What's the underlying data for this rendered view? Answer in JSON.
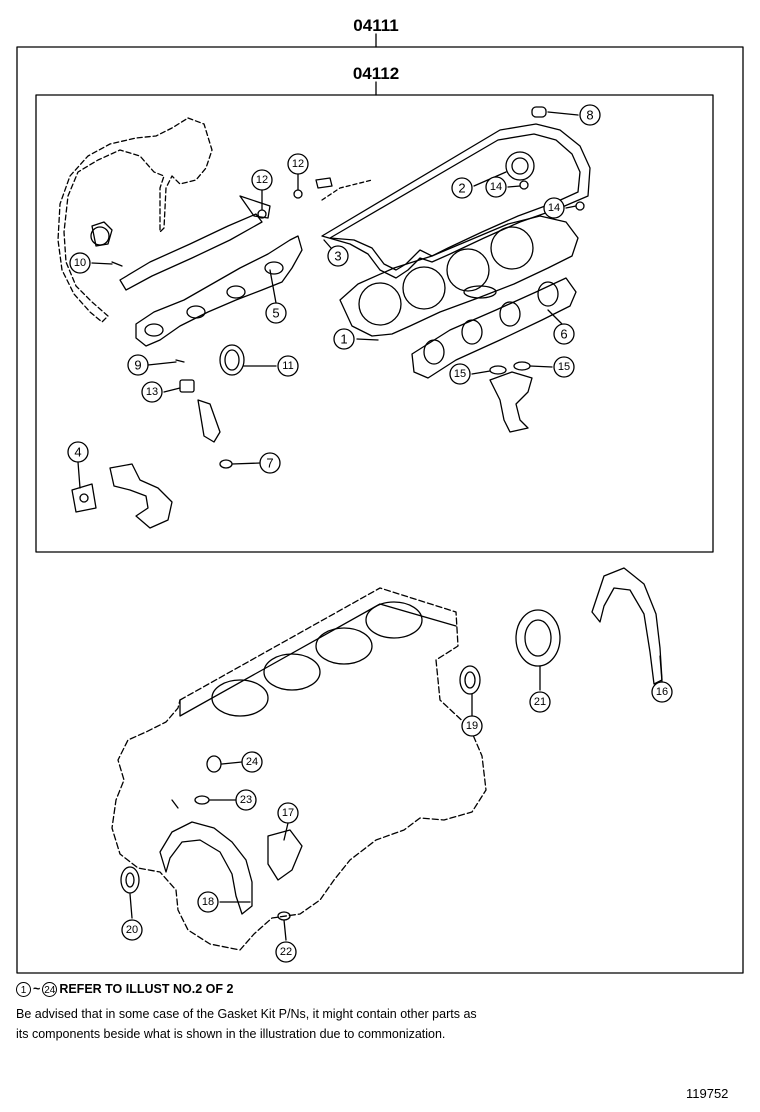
{
  "diagram": {
    "outer_code": "04111",
    "inner_code": "04112",
    "image_id": "119752",
    "callouts": [
      "1",
      "2",
      "3",
      "4",
      "5",
      "6",
      "7",
      "8",
      "9",
      "10",
      "11",
      "12",
      "12",
      "13",
      "14",
      "14",
      "15",
      "15",
      "16",
      "17",
      "18",
      "19",
      "20",
      "21",
      "22",
      "23",
      "24"
    ]
  },
  "notes": {
    "refer_start": "1",
    "refer_tilde": "~",
    "refer_end": "24",
    "refer_text": "REFER TO ILLUST NO.2 OF 2",
    "advise_line1": "Be advised that in some case of the Gasket Kit P/Ns,  it might contain other parts as",
    "advise_line2": "its components beside what is shown in the illustration due to commonization."
  },
  "colors": {
    "line": "#000000",
    "background": "#ffffff"
  }
}
